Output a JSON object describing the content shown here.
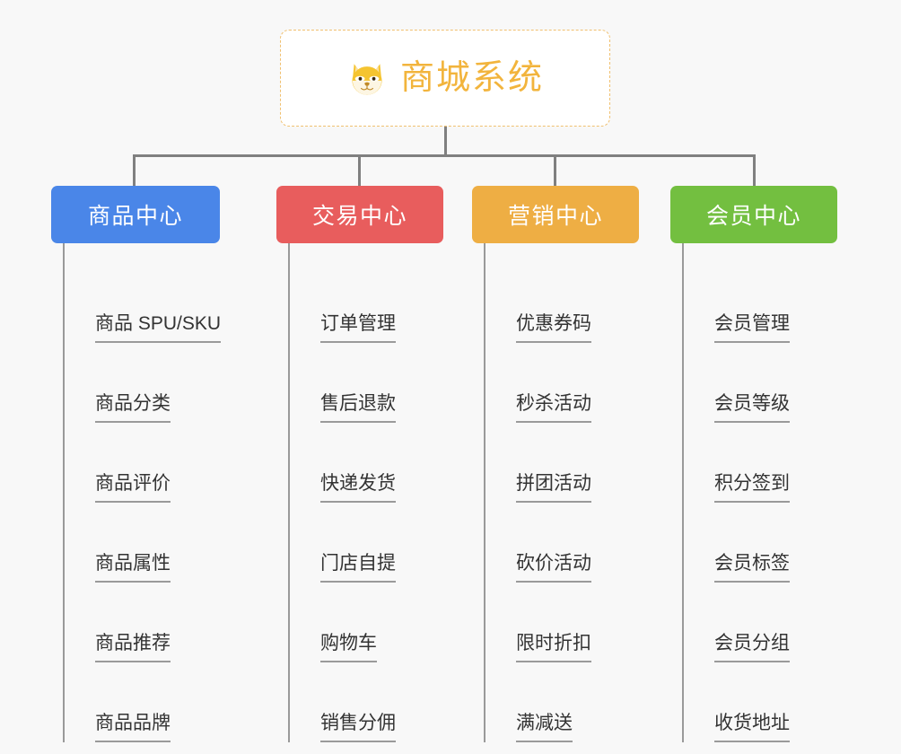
{
  "diagram": {
    "title": "商城系统",
    "background_color": "#f8f8f8",
    "root": {
      "label": "商城系统",
      "icon": "shiba-dog-face-icon",
      "text_color": "#f2b43c",
      "border_color": "#f0c070",
      "background_color": "#ffffff"
    },
    "connector_color": "#808080",
    "columns": [
      {
        "key": "product-center",
        "label": "商品中心",
        "color": "#4a86e8",
        "items": [
          "商品 SPU/SKU",
          "商品分类",
          "商品评价",
          "商品属性",
          "商品推荐",
          "商品品牌"
        ]
      },
      {
        "key": "trade-center",
        "label": "交易中心",
        "color": "#e85d5d",
        "items": [
          "订单管理",
          "售后退款",
          "快递发货",
          "门店自提",
          "购物车",
          "销售分佣"
        ]
      },
      {
        "key": "marketing-center",
        "label": "营销中心",
        "color": "#eeae44",
        "items": [
          "优惠券码",
          "秒杀活动",
          "拼团活动",
          "砍价活动",
          "限时折扣",
          "满减送"
        ]
      },
      {
        "key": "member-center",
        "label": "会员中心",
        "color": "#73bf40",
        "items": [
          "会员管理",
          "会员等级",
          "积分签到",
          "会员标签",
          "会员分组",
          "收货地址"
        ]
      }
    ]
  }
}
